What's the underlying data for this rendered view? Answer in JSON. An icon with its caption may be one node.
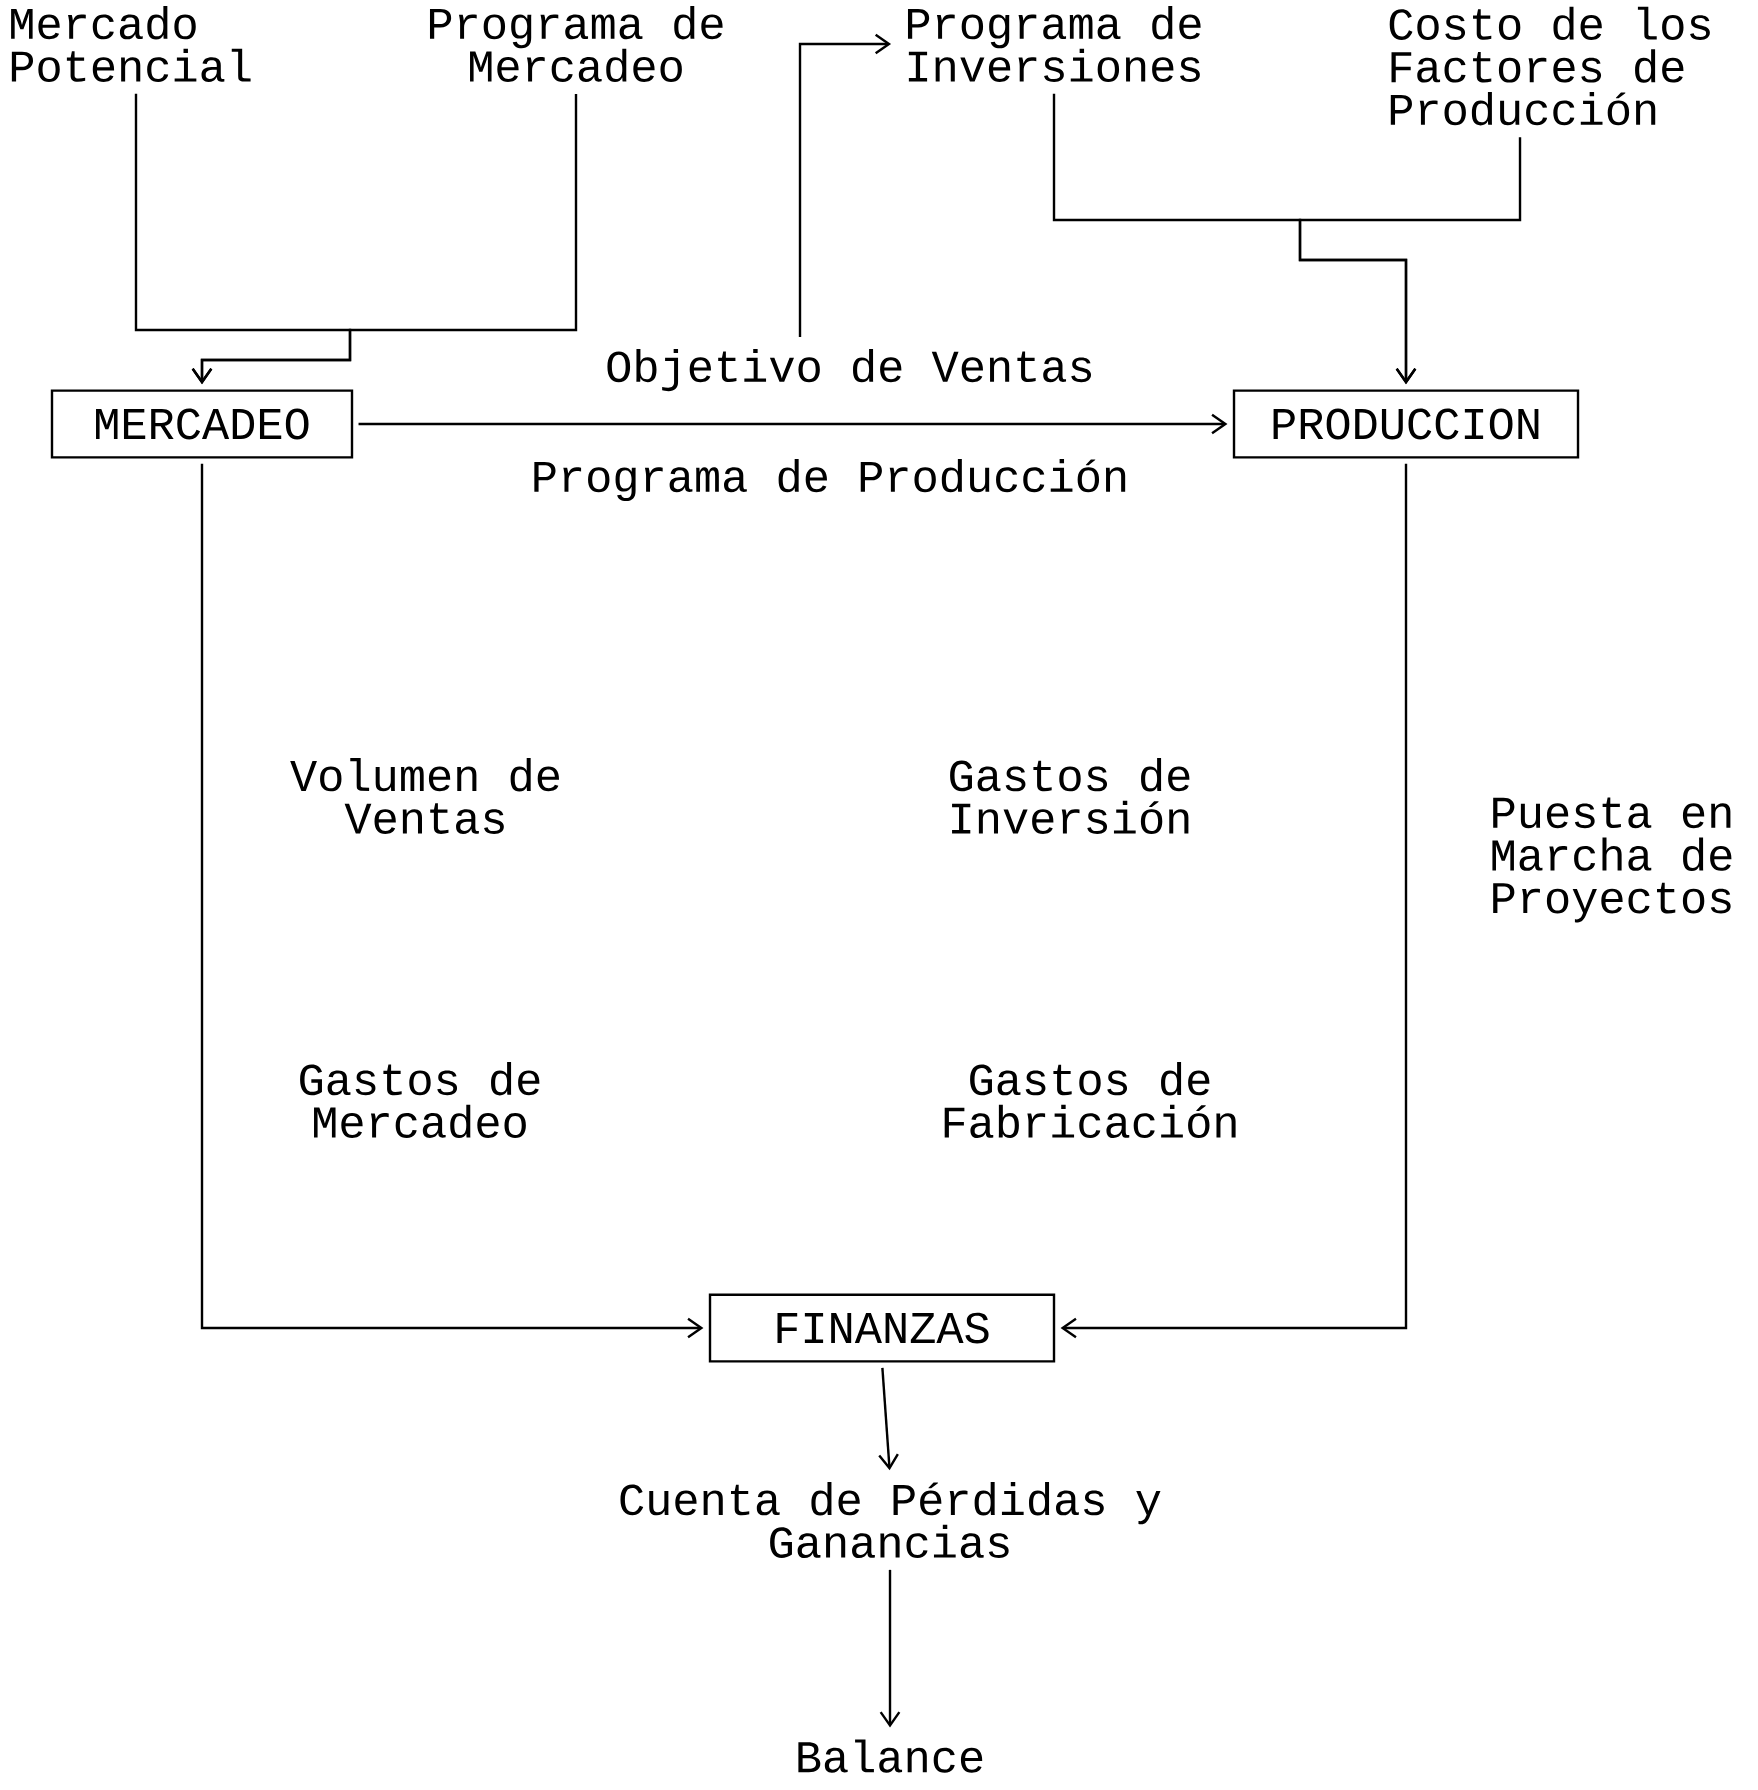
{
  "diagram": {
    "nodes": [
      {
        "text": [
          "Mercado Potencial"
        ]
      },
      {
        "text": [
          "Programa de Mercadeo"
        ]
      },
      {
        "text": [
          "Programa de Inversiones"
        ]
      },
      {
        "text": [
          "Costo de los Factores de Producción"
        ]
      },
      {
        "text": [
          "MERCADEO"
        ]
      },
      {
        "text": [
          "PRODUCCION"
        ]
      },
      {
        "text": [
          "Objetivo de Ventas"
        ]
      },
      {
        "text": [
          "FINANZAS"
        ]
      },
      {
        "text": [
          "Cuenta de Pérdidas y Ganancias"
        ]
      },
      {
        "text": [
          "Balance"
        ]
      }
    ],
    "edges": [
      {
        "from": 0,
        "to": 4,
        "arrow": "to"
      },
      {
        "from": 1,
        "to": 4,
        "arrow": "to"
      },
      {
        "from": 6,
        "to": 2,
        "arrow": "to"
      },
      {
        "from": 2,
        "to": 5,
        "arrow": "to"
      },
      {
        "from": 3,
        "to": 5,
        "arrow": "to"
      },
      {
        "from": 4,
        "to": 5,
        "arrow": "to",
        "label": "Programa de Producción"
      },
      {
        "from": 4,
        "to": 7,
        "arrow": "to"
      },
      {
        "from": 5,
        "to": 7,
        "arrow": "to"
      },
      {
        "from": 7,
        "to": 8,
        "arrow": "to"
      },
      {
        "from": 8,
        "to": 9,
        "arrow": "to"
      }
    ],
    "labels": [
      "Volumen de Ventas",
      "Gastos de Inversión",
      "Puesta en Marcha de Proyectos",
      "Gastos de Mercadeo",
      "Gastos de Fabricación"
    ]
  }
}
